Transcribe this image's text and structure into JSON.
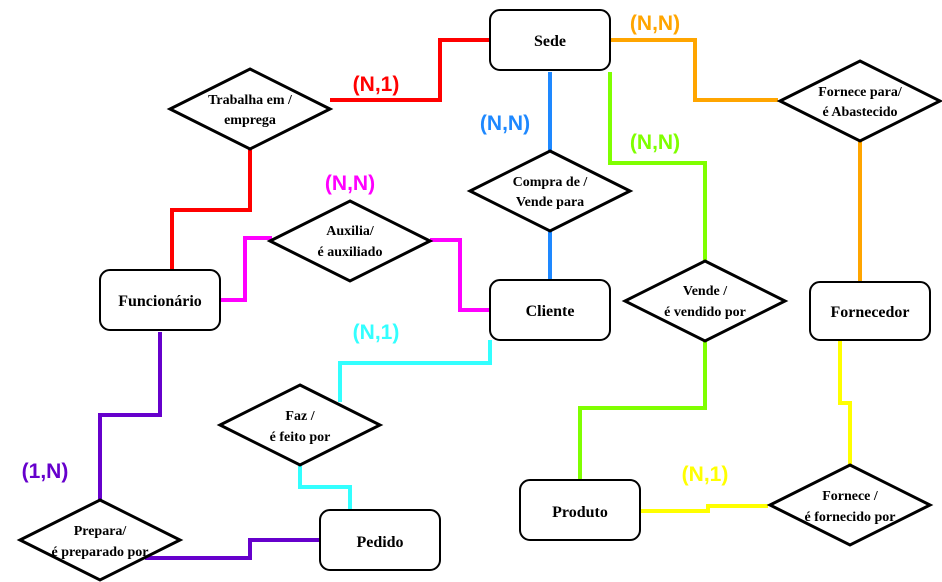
{
  "colors": {
    "red": "#ff0000",
    "orange": "#ffa500",
    "blue": "#1e88ff",
    "green": "#7fff00",
    "magenta": "#ff00ff",
    "cyan": "#33ffff",
    "purple": "#6600cc",
    "yellow": "#ffff00"
  },
  "entities": {
    "sede": "Sede",
    "funcionario": "Funcionário",
    "cliente": "Cliente",
    "fornecedor": "Fornecedor",
    "produto": "Produto",
    "pedido": "Pedido"
  },
  "relationships": {
    "trabalha": {
      "line1": "Trabalha em  /",
      "line2": "emprega"
    },
    "fornece_para": {
      "line1": "Fornece para/",
      "line2": "é Abastecido"
    },
    "compra": {
      "line1": "Compra de  /",
      "line2": "Vende para"
    },
    "auxilia": {
      "line1": "Auxilia/",
      "line2": "é auxiliado"
    },
    "vende": {
      "line1": "Vende /",
      "line2": "é vendido por"
    },
    "faz": {
      "line1": "Faz /",
      "line2": "é feito por"
    },
    "fornece": {
      "line1": "Fornece /",
      "line2": "é fornecido por"
    },
    "prepara": {
      "line1": "Prepara/",
      "line2": "é preparado por"
    }
  },
  "cardinalities": {
    "trabalha": "(N,1)",
    "sede_fornecedor": "(N,N)",
    "compra": "(N,N)",
    "vende": "(N,N)",
    "auxilia": "(N,N)",
    "faz": "(N,1)",
    "fornece": "(N,1)",
    "prepara": "(1,N)"
  }
}
